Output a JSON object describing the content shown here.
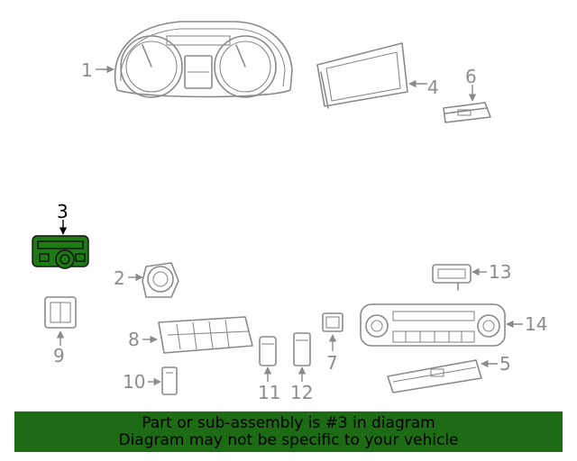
{
  "callouts": [
    "1",
    "4",
    "6",
    "3",
    "2",
    "13",
    "9",
    "8",
    "14",
    "7",
    "5",
    "10",
    "11",
    "12"
  ],
  "highlight_callout": "3",
  "colors": {
    "highlight_part": "#1e7a12",
    "banner_bg": "#1d6b14",
    "line": "#8a8a8a"
  },
  "banner": {
    "line1": "Part or sub-assembly is #3 in diagram",
    "line2": "Diagram may not be specific to your vehicle"
  }
}
